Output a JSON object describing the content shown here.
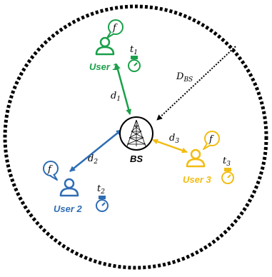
{
  "diagram": {
    "base_station": {
      "label": "BS",
      "coverage_label": {
        "main": "D",
        "sub": "BS"
      }
    },
    "users": [
      {
        "label": "User 1",
        "distance": {
          "main": "d",
          "sub": "1"
        },
        "time": {
          "main": "t",
          "sub": "1"
        },
        "request": "f",
        "color": "#1aa04a"
      },
      {
        "label": "User 2",
        "distance": {
          "main": "d",
          "sub": "2"
        },
        "time": {
          "main": "t",
          "sub": "2"
        },
        "request": "f",
        "color": "#2e6db4"
      },
      {
        "label": "User 3",
        "distance": {
          "main": "d",
          "sub": "3"
        },
        "time": {
          "main": "t",
          "sub": "3"
        },
        "request": "f",
        "color": "#f2bc12"
      }
    ],
    "icons": {
      "user": "person-icon",
      "request": "speech-bubble-icon",
      "timer": "stopwatch-icon",
      "base_station": "antenna-tower-icon"
    }
  }
}
